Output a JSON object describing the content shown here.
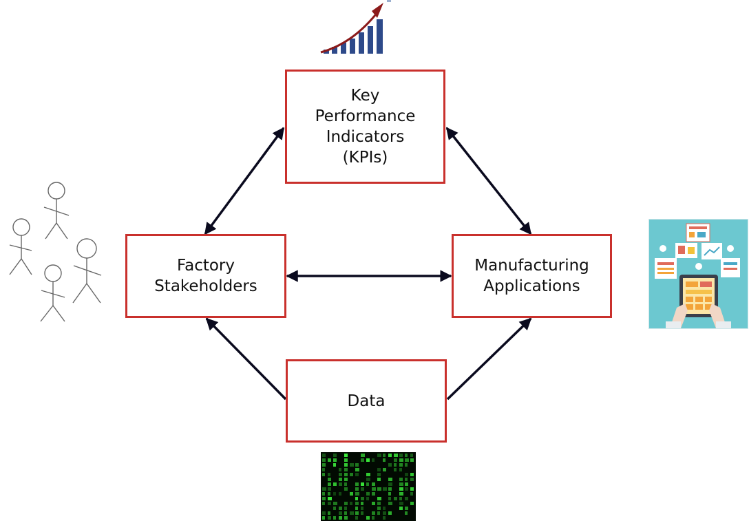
{
  "nodes": {
    "kpi": {
      "lines": [
        "Key",
        "Performance",
        "Indicators",
        "(KPIs)"
      ]
    },
    "factory": {
      "lines": [
        "Factory",
        "Stakeholders"
      ]
    },
    "manufacturing": {
      "lines": [
        "Manufacturing",
        "Applications"
      ]
    },
    "data": {
      "lines": [
        "Data"
      ]
    }
  },
  "edges": [
    {
      "from": "kpi",
      "to": "factory",
      "direction": "both"
    },
    {
      "from": "kpi",
      "to": "manufacturing",
      "direction": "both"
    },
    {
      "from": "factory",
      "to": "manufacturing",
      "direction": "both"
    },
    {
      "from": "data",
      "to": "factory",
      "direction": "forward"
    },
    {
      "from": "data",
      "to": "manufacturing",
      "direction": "forward"
    }
  ],
  "icons": {
    "kpi": "growth-chart-icon",
    "factory": "stick-figures-icon",
    "manufacturing": "tablet-apps-icon",
    "data": "matrix-code-icon"
  },
  "colors": {
    "box_border": "#c9302c",
    "arrow": "#0a0a1e",
    "chart_bars": "#2e4a8a",
    "chart_arrow": "#8b1a1a",
    "apps_background": "#6cc8d0",
    "matrix_green": "#3cbf3c"
  }
}
